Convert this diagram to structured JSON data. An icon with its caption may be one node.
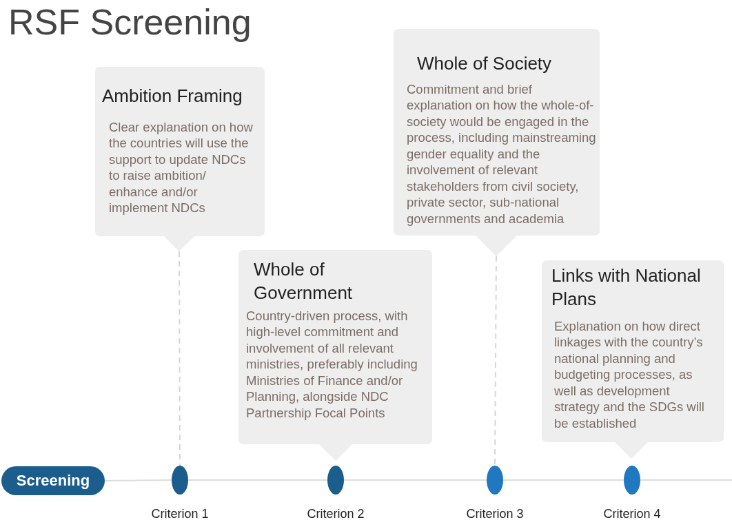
{
  "diagram": {
    "title": "RSF Screening",
    "nodes": [
      {
        "text": [
          "Ambition Framing",
          "Clear explanation on how the countries will use the support to update NDCs to raise ambition/ enhance and/or implement NDCs"
        ]
      },
      {
        "text": [
          "Whole of Government",
          "Country-driven process, with high-level commitment and involvement of all relevant ministries, preferably including Ministries of Finance and/or Planning, alongside NDC Partnership Focal Points"
        ]
      },
      {
        "text": [
          "Whole of Society",
          "Commitment and brief explanation on how the whole-of-society would be engaged in the process, including mainstreaming gender equality and the involvement of relevant stakeholders from civil society, private sector, sub-national governments and academia"
        ]
      },
      {
        "text": [
          "Links with National Plans",
          "Explanation on how direct linkages with the country’s national planning and budgeting processes, as well as development strategy and the SDGs will be established"
        ]
      },
      {
        "text": [
          "Screening"
        ]
      },
      {
        "text": [],
        "shape": "circle",
        "beside": [
          "Criterion 1"
        ]
      },
      {
        "text": [],
        "shape": "circle",
        "beside": [
          "Criterion 2"
        ]
      },
      {
        "text": [],
        "shape": "circle",
        "beside": [
          "Criterion 3"
        ]
      },
      {
        "text": [],
        "shape": "circle",
        "beside": [
          "Criterion 4"
        ]
      }
    ],
    "edges": [
      {
        "from": 0,
        "to": 5,
        "arrow": "none",
        "style": "dashed"
      },
      {
        "from": 2,
        "to": 7,
        "arrow": "none",
        "style": "dashed"
      },
      {
        "from": 4,
        "to": 5,
        "arrow": "none"
      },
      {
        "from": 5,
        "to": 6,
        "arrow": "none"
      },
      {
        "from": 6,
        "to": 7,
        "arrow": "none"
      },
      {
        "from": 7,
        "to": 8,
        "arrow": "none"
      }
    ]
  }
}
